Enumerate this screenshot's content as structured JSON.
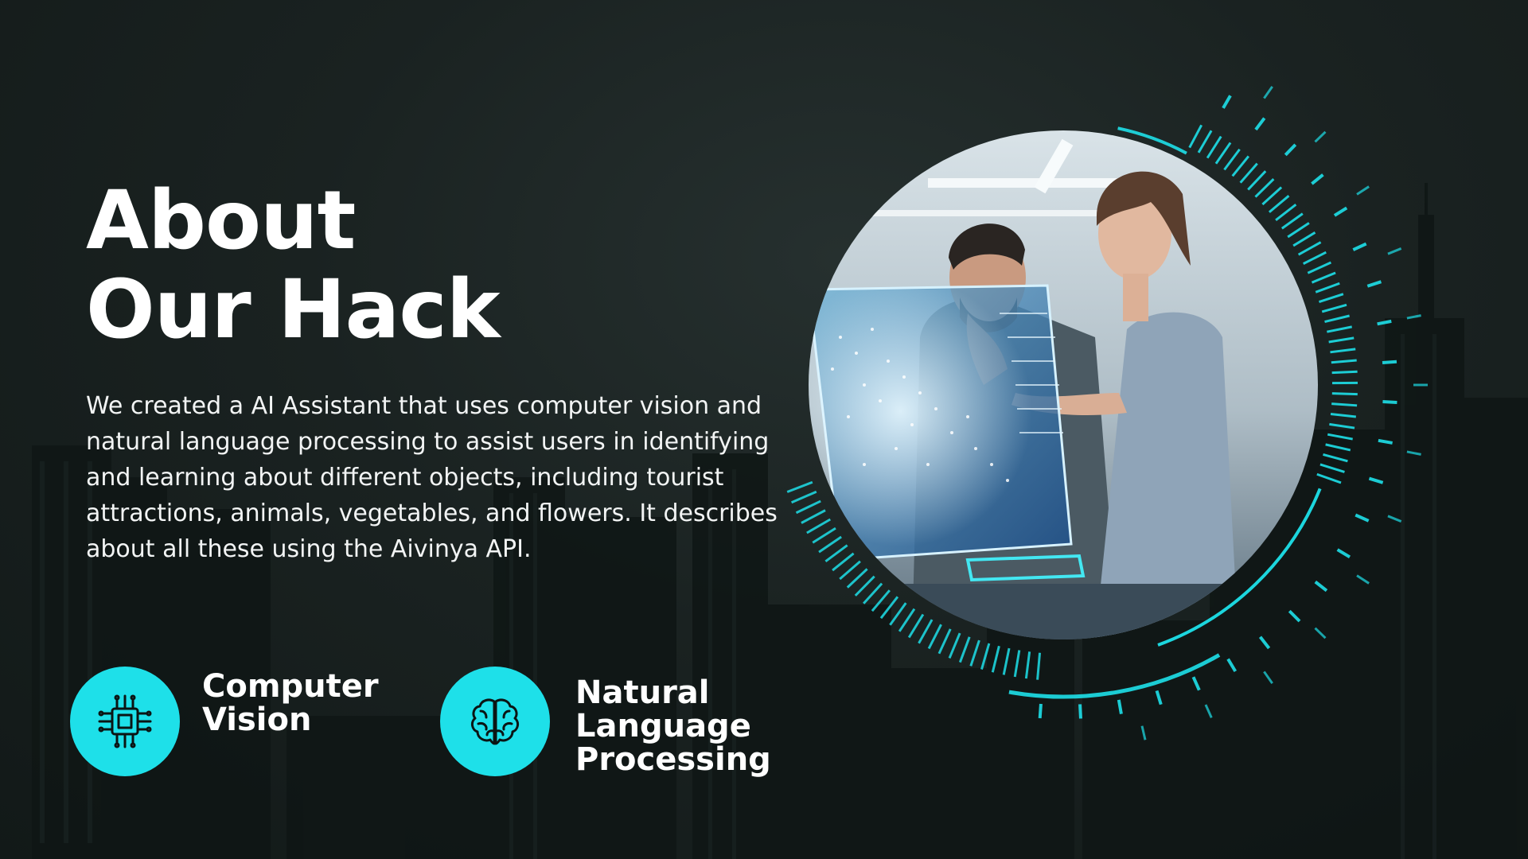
{
  "title": {
    "line1": "About",
    "line2": "Our Hack"
  },
  "description": "We created a AI Assistant that uses computer vision and natural language processing to assist users in identifying and learning about different objects, including tourist attractions, animals, vegetables, and flowers. It describes about all these using the Aivinya API.",
  "features": [
    {
      "icon": "chip-icon",
      "line1": "Computer",
      "line2": "Vision"
    },
    {
      "icon": "brain-icon",
      "line1": "Natural",
      "line2": "Language",
      "line3": "Processing"
    }
  ],
  "colors": {
    "background": "#161e1d",
    "accent": "#1ee0e9",
    "text": "#ffffff"
  }
}
